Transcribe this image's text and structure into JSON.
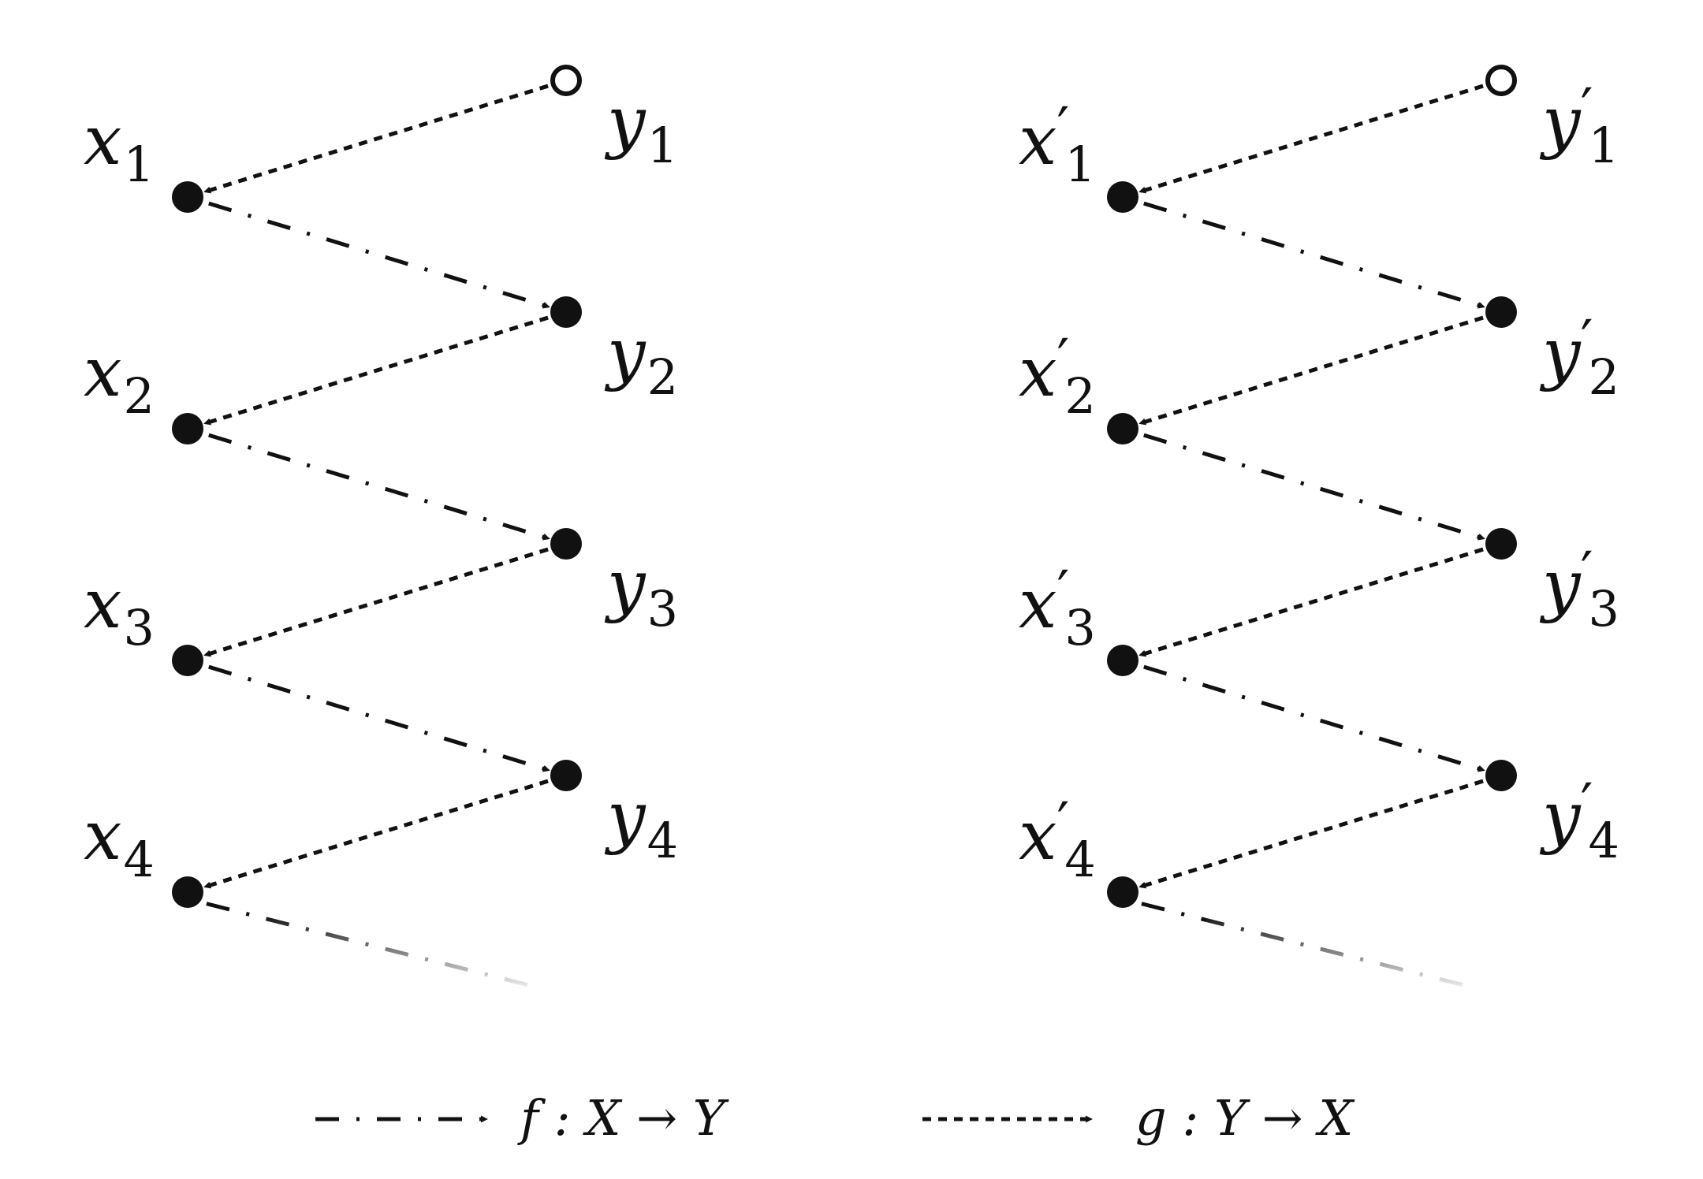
{
  "diagrams": [
    {
      "x_nodes": [
        {
          "base": "x",
          "prime": "",
          "sub": "1"
        },
        {
          "base": "x",
          "prime": "",
          "sub": "2"
        },
        {
          "base": "x",
          "prime": "",
          "sub": "3"
        },
        {
          "base": "x",
          "prime": "",
          "sub": "4"
        }
      ],
      "y_nodes": [
        {
          "base": "y",
          "prime": "",
          "sub": "1",
          "filled": false
        },
        {
          "base": "y",
          "prime": "",
          "sub": "2",
          "filled": true
        },
        {
          "base": "y",
          "prime": "",
          "sub": "3",
          "filled": true
        },
        {
          "base": "y",
          "prime": "",
          "sub": "4",
          "filled": true
        }
      ]
    },
    {
      "x_nodes": [
        {
          "base": "x",
          "prime": "′",
          "sub": "1"
        },
        {
          "base": "x",
          "prime": "′",
          "sub": "2"
        },
        {
          "base": "x",
          "prime": "′",
          "sub": "3"
        },
        {
          "base": "x",
          "prime": "′",
          "sub": "4"
        }
      ],
      "y_nodes": [
        {
          "base": "y",
          "prime": "′",
          "sub": "1",
          "filled": false
        },
        {
          "base": "y",
          "prime": "′",
          "sub": "2",
          "filled": true
        },
        {
          "base": "y",
          "prime": "′",
          "sub": "3",
          "filled": true
        },
        {
          "base": "y",
          "prime": "′",
          "sub": "4",
          "filled": true
        }
      ]
    }
  ],
  "legend": {
    "f_label": "f : X → Y",
    "g_label": "g : Y → X"
  },
  "colors": {
    "ink": "#111111",
    "fade": "#ffffff"
  }
}
